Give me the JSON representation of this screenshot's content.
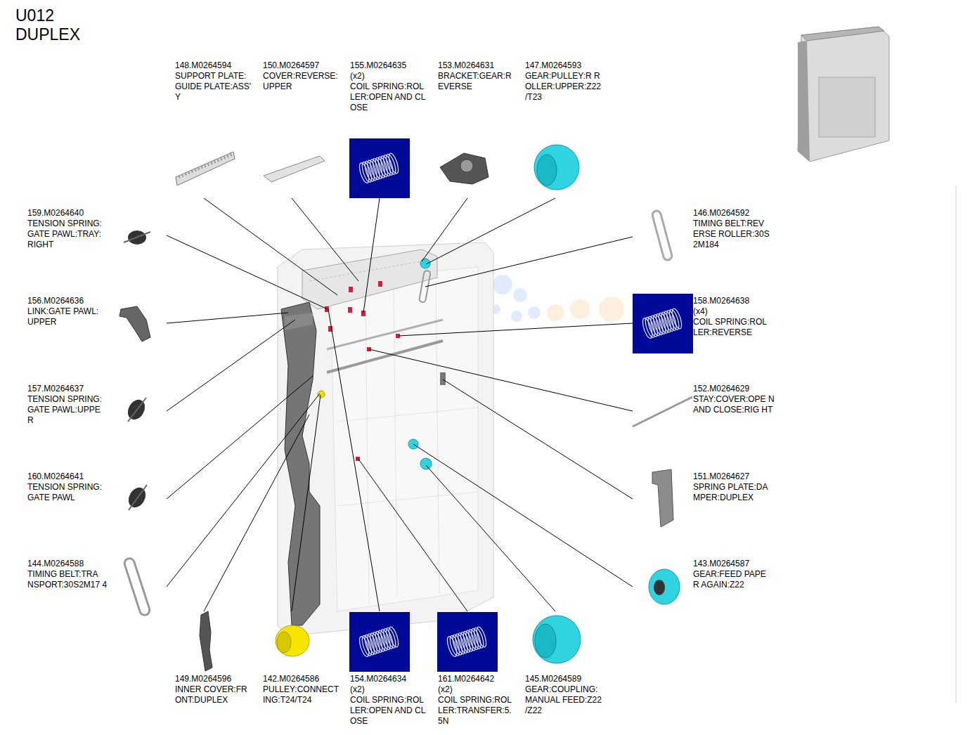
{
  "diagram": {
    "title": "U012 DUPLEX",
    "labels": [
      "148.M0264594",
      "SUPPORT PLATE: GUIDE PLATE:ASS' Y",
      "150.M0264597",
      "COVER:REVERSE: UPPER",
      "155.M0264635",
      "(x2)",
      "COIL SPRING:ROL LER:OPEN AND CL OSE",
      "153.M0264631",
      "BRACKET:GEAR:R EVERSE",
      "147.M0264593",
      "GEAR:PULLEY:R R OLLER:UPPER:Z22 /T23",
      "159.M0264640",
      "TENSION SPRING: GATE PAWL:TRAY: RIGHT",
      "146.M0264592",
      "TIMING BELT:REV ERSE ROLLER:30S 2M184",
      "156.M0264636",
      "LINK:GATE PAWL: UPPER",
      "158.M0264638",
      "(x4)",
      "COIL SPRING:ROL LER:REVERSE",
      "157.M0264637",
      "TENSION SPRING: GATE PAWL:UPPE R",
      "152.M0264629",
      "STAY:COVER:OPE N AND CLOSE:RIG HT",
      "160.M0264641",
      "TENSION SPRING: GATE PAWL",
      "151.M0264627",
      "SPRING PLATE:DA MPER:DUPLEX",
      "144.M0264588",
      "TIMING BELT:TRA NSPORT:30S2M17 4",
      "143.M0264587",
      "GEAR:FEED PAPE R AGAIN:Z22",
      "149.M0264596",
      "INNER COVER:FR ONT:DUPLEX",
      "142.M0264586",
      "PULLEY:CONNECT ING:T24/T24",
      "154.M0264634",
      "(x2)",
      "COIL SPRING:ROL LER:OPEN AND CL OSE",
      "161.M0264642",
      "(x2)",
      "COIL SPRING:ROL LER:TRANSFER:5. 5N",
      "145.M0264589",
      "GEAR:COUPLING: MANUAL FEED:Z22 /Z22"
    ]
  }
}
